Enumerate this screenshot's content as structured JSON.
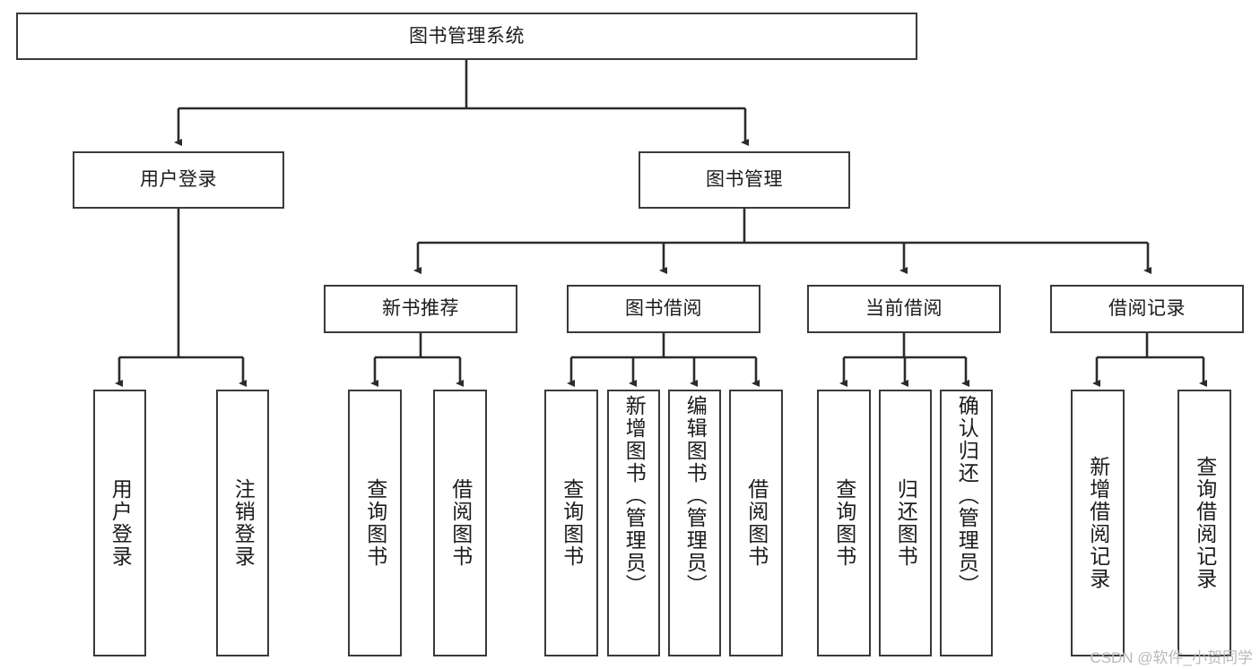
{
  "diagram": {
    "title": "图书管理系统",
    "type": "tree",
    "watermark": "CSDN @软件_小贺同学",
    "levels": {
      "root": {
        "label": "图书管理系统"
      },
      "level2": [
        {
          "id": "user-login",
          "label": "用户登录"
        },
        {
          "id": "book-management",
          "label": "图书管理"
        }
      ],
      "level3": [
        {
          "id": "new-book-recommend",
          "label": "新书推荐",
          "parent": "book-management"
        },
        {
          "id": "book-borrow",
          "label": "图书借阅",
          "parent": "book-management"
        },
        {
          "id": "current-borrow",
          "label": "当前借阅",
          "parent": "book-management"
        },
        {
          "id": "borrow-record",
          "label": "借阅记录",
          "parent": "book-management"
        }
      ],
      "leaves": [
        {
          "id": "leaf-user-login",
          "label": "用户登录",
          "parent": "user-login"
        },
        {
          "id": "leaf-logout",
          "label": "注销登录",
          "parent": "user-login"
        },
        {
          "id": "leaf-query-book-1",
          "label": "查询图书",
          "parent": "new-book-recommend"
        },
        {
          "id": "leaf-borrow-book-1",
          "label": "借阅图书",
          "parent": "new-book-recommend"
        },
        {
          "id": "leaf-query-book-2",
          "label": "查询图书",
          "parent": "book-borrow"
        },
        {
          "id": "leaf-add-book",
          "label": "新增图书（管理员）",
          "parent": "book-borrow"
        },
        {
          "id": "leaf-edit-book",
          "label": "编辑图书（管理员）",
          "parent": "book-borrow"
        },
        {
          "id": "leaf-borrow-book-2",
          "label": "借阅图书",
          "parent": "book-borrow"
        },
        {
          "id": "leaf-query-book-3",
          "label": "查询图书",
          "parent": "current-borrow"
        },
        {
          "id": "leaf-return-book",
          "label": "归还图书",
          "parent": "current-borrow"
        },
        {
          "id": "leaf-confirm-return",
          "label": "确认归还（管理员）",
          "parent": "current-borrow"
        },
        {
          "id": "leaf-add-record",
          "label": "新增借阅记录",
          "parent": "borrow-record"
        },
        {
          "id": "leaf-query-record",
          "label": "查询借阅记录",
          "parent": "borrow-record"
        }
      ]
    },
    "colors": {
      "stroke": "#3a3a3a",
      "fill": "#ffffff",
      "text": "#1b1b1b",
      "watermark": "#b9b9b9"
    }
  }
}
